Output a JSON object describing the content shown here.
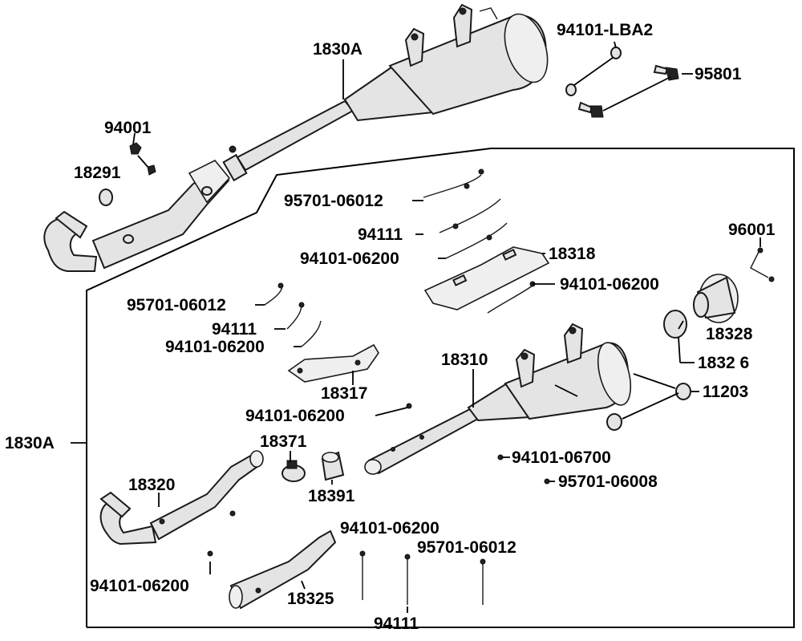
{
  "labels": {
    "l_1830A_top": "1830A",
    "l_94101_LBA2": "94101-LBA2",
    "l_95801": "95801",
    "l_94001": "94001",
    "l_18291": "18291",
    "l_95701_06012_a": "95701-06012",
    "l_94111_a": "94111",
    "l_94101_06200_a": "94101-06200",
    "l_18318": "18318",
    "l_96001": "96001",
    "l_94101_06200_b": "94101-06200",
    "l_95701_06012_b": "95701-06012",
    "l_94111_b": "94111",
    "l_94101_06200_c": "94101-06200",
    "l_18328": "18328",
    "l_18326": "1832 6",
    "l_18310": "18310",
    "l_11203": "11203",
    "l_18317": "18317",
    "l_94101_06200_d": "94101-06200",
    "l_1830A_side": "1830A",
    "l_18371": "18371",
    "l_94101_06700": "94101-06700",
    "l_18320": "18320",
    "l_18391": "18391",
    "l_95701_06008": "95701-06008",
    "l_94101_06200_e": "94101-06200",
    "l_95701_06012_c": "95701-06012",
    "l_94101_06200_f": "94101-06200",
    "l_18325": "18325",
    "l_94111_c": "94111"
  }
}
